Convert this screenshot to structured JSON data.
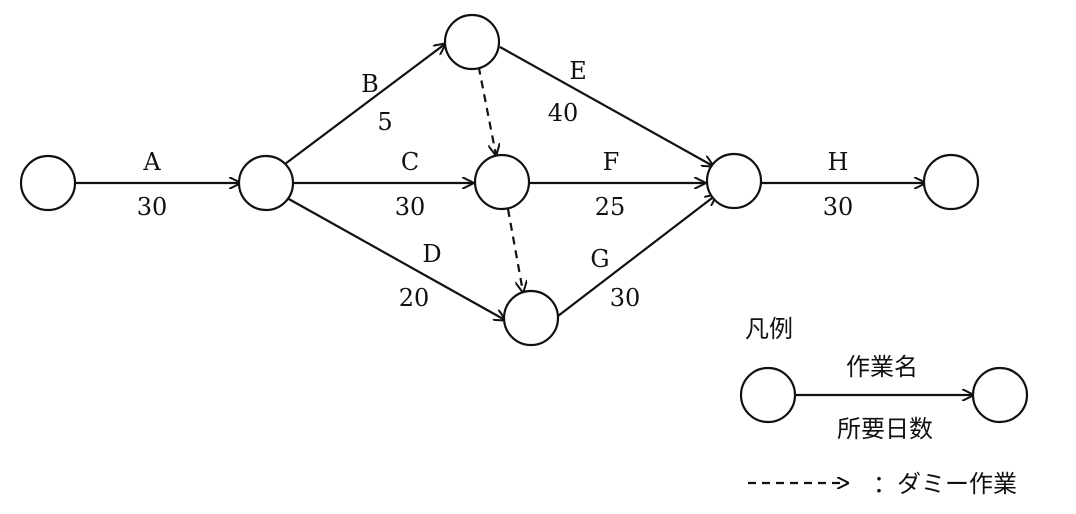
{
  "activities": [
    {
      "name": "A",
      "days": "30"
    },
    {
      "name": "B",
      "days": "5"
    },
    {
      "name": "C",
      "days": "30"
    },
    {
      "name": "D",
      "days": "20"
    },
    {
      "name": "E",
      "days": "40"
    },
    {
      "name": "F",
      "days": "25"
    },
    {
      "name": "G",
      "days": "30"
    },
    {
      "name": "H",
      "days": "30"
    }
  ],
  "legend": {
    "title": "凡例",
    "activity_name_label": "作業名",
    "duration_label": "所要日数",
    "dummy_label": "：ダミー作業"
  },
  "colors": {
    "stroke": "#111111",
    "background": "#ffffff"
  }
}
